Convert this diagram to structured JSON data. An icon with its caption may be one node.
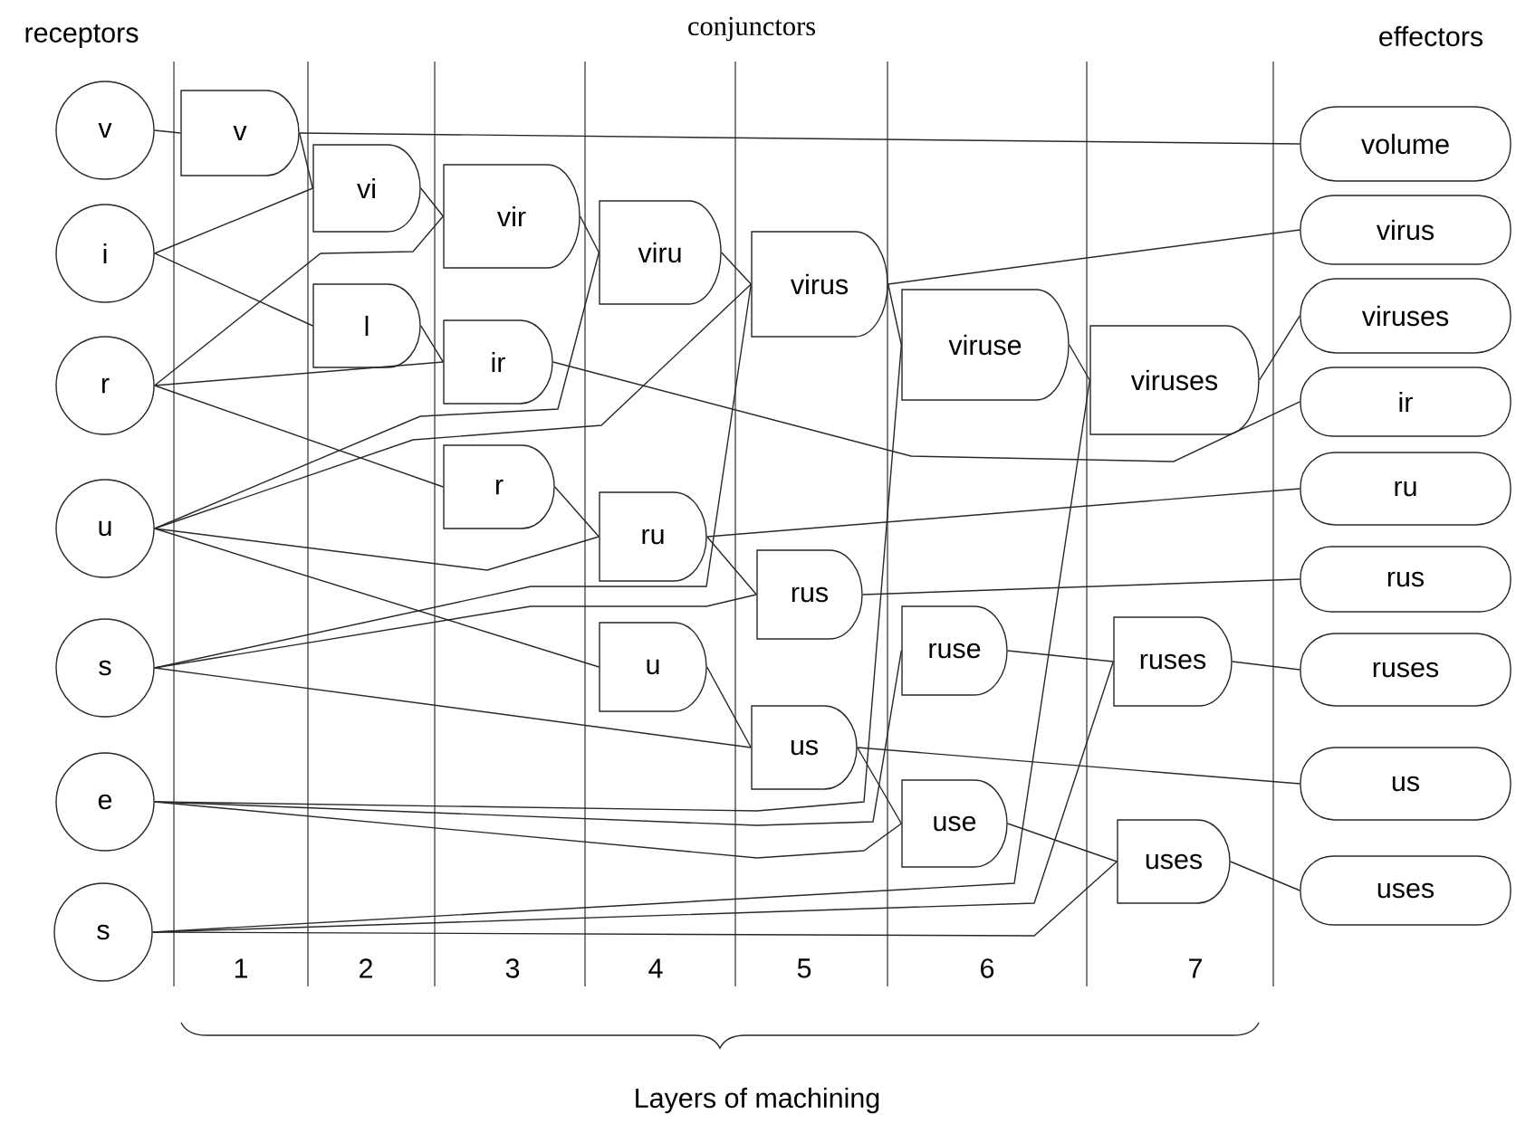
{
  "diagram": {
    "nodes": [
      {
        "text": [
          "v"
        ]
      },
      {
        "text": [
          "i"
        ]
      },
      {
        "text": [
          "r"
        ]
      },
      {
        "text": [
          "u"
        ]
      },
      {
        "text": [
          "s"
        ]
      },
      {
        "text": [
          "e"
        ]
      },
      {
        "text": [
          "s"
        ]
      },
      {
        "text": [
          "v"
        ]
      },
      {
        "text": [
          "vi"
        ]
      },
      {
        "text": [
          "l"
        ]
      },
      {
        "text": [
          "vir"
        ]
      },
      {
        "text": [
          "ir"
        ]
      },
      {
        "text": [
          "r"
        ]
      },
      {
        "text": [
          "viru"
        ]
      },
      {
        "text": [
          "ru"
        ]
      },
      {
        "text": [
          "u"
        ]
      },
      {
        "text": [
          "virus"
        ]
      },
      {
        "text": [
          "rus"
        ]
      },
      {
        "text": [
          "us"
        ]
      },
      {
        "text": [
          "viruse"
        ]
      },
      {
        "text": [
          "ruse"
        ]
      },
      {
        "text": [
          "use"
        ]
      },
      {
        "text": [
          "viruses"
        ]
      },
      {
        "text": [
          "ruses"
        ]
      },
      {
        "text": [
          "uses"
        ]
      },
      {
        "text": [
          "volume"
        ]
      },
      {
        "text": [
          "virus"
        ]
      },
      {
        "text": [
          "viruses"
        ]
      },
      {
        "text": [
          "ir"
        ]
      },
      {
        "text": [
          "ru"
        ]
      },
      {
        "text": [
          "rus"
        ]
      },
      {
        "text": [
          "ruses"
        ]
      },
      {
        "text": [
          "us"
        ]
      },
      {
        "text": [
          "uses"
        ]
      }
    ],
    "edges": [
      {
        "from": 0,
        "to": 7,
        "arrow": "none"
      },
      {
        "from": 7,
        "to": 8,
        "arrow": "none"
      },
      {
        "from": 7,
        "to": 25,
        "arrow": "none"
      },
      {
        "from": 1,
        "to": 8,
        "arrow": "none"
      },
      {
        "from": 1,
        "to": 9,
        "arrow": "none"
      },
      {
        "from": 2,
        "to": 10,
        "arrow": "none"
      },
      {
        "from": 2,
        "to": 11,
        "arrow": "none"
      },
      {
        "from": 2,
        "to": 12,
        "arrow": "none"
      },
      {
        "from": 8,
        "to": 10,
        "arrow": "none"
      },
      {
        "from": 9,
        "to": 11,
        "arrow": "none"
      },
      {
        "from": 10,
        "to": 13,
        "arrow": "none"
      },
      {
        "from": 11,
        "to": 28,
        "arrow": "none"
      },
      {
        "from": 3,
        "to": 13,
        "arrow": "none"
      },
      {
        "from": 3,
        "to": 16,
        "arrow": "none"
      },
      {
        "from": 13,
        "to": 16,
        "arrow": "none"
      },
      {
        "from": 3,
        "to": 14,
        "arrow": "none"
      },
      {
        "from": 12,
        "to": 14,
        "arrow": "none"
      },
      {
        "from": 3,
        "to": 15,
        "arrow": "none"
      },
      {
        "from": 4,
        "to": 16,
        "arrow": "none"
      },
      {
        "from": 4,
        "to": 17,
        "arrow": "none"
      },
      {
        "from": 14,
        "to": 17,
        "arrow": "none"
      },
      {
        "from": 14,
        "to": 29,
        "arrow": "none"
      },
      {
        "from": 4,
        "to": 18,
        "arrow": "none"
      },
      {
        "from": 15,
        "to": 18,
        "arrow": "none"
      },
      {
        "from": 16,
        "to": 19,
        "arrow": "none"
      },
      {
        "from": 16,
        "to": 26,
        "arrow": "none"
      },
      {
        "from": 5,
        "to": 19,
        "arrow": "none"
      },
      {
        "from": 5,
        "to": 20,
        "arrow": "none"
      },
      {
        "from": 5,
        "to": 21,
        "arrow": "none"
      },
      {
        "from": 18,
        "to": 21,
        "arrow": "none"
      },
      {
        "from": 18,
        "to": 32,
        "arrow": "none"
      },
      {
        "from": 17,
        "to": 30,
        "arrow": "none"
      },
      {
        "from": 19,
        "to": 22,
        "arrow": "none"
      },
      {
        "from": 20,
        "to": 23,
        "arrow": "none"
      },
      {
        "from": 21,
        "to": 24,
        "arrow": "none"
      },
      {
        "from": 22,
        "to": 27,
        "arrow": "none"
      },
      {
        "from": 6,
        "to": 22,
        "arrow": "none"
      },
      {
        "from": 6,
        "to": 23,
        "arrow": "none"
      },
      {
        "from": 6,
        "to": 24,
        "arrow": "none"
      },
      {
        "from": 23,
        "to": 31,
        "arrow": "none"
      },
      {
        "from": 24,
        "to": 33,
        "arrow": "none"
      }
    ],
    "labels": [
      "receptors",
      "conjunctors",
      "effectors",
      "1",
      "2",
      "3",
      "4",
      "5",
      "6",
      "7",
      "Layers of machining"
    ]
  }
}
